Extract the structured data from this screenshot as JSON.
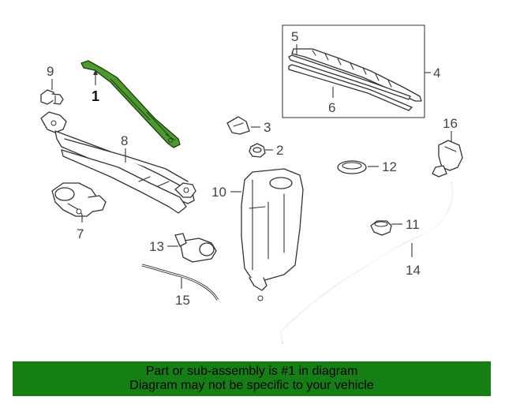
{
  "callouts": {
    "c1": "1",
    "c2": "2",
    "c3": "3",
    "c4": "4",
    "c5": "5",
    "c6": "6",
    "c7": "7",
    "c8": "8",
    "c9": "9",
    "c10": "10",
    "c11": "11",
    "c12": "12",
    "c13": "13",
    "c14": "14",
    "c15": "15",
    "c16": "16"
  },
  "highlighted_part": "1",
  "colors": {
    "highlight": "#4a9a2c",
    "banner": "#157f15"
  },
  "banner": {
    "line1": "Part or sub-assembly is #1 in diagram",
    "line2": "Diagram may not be specific to your vehicle"
  }
}
